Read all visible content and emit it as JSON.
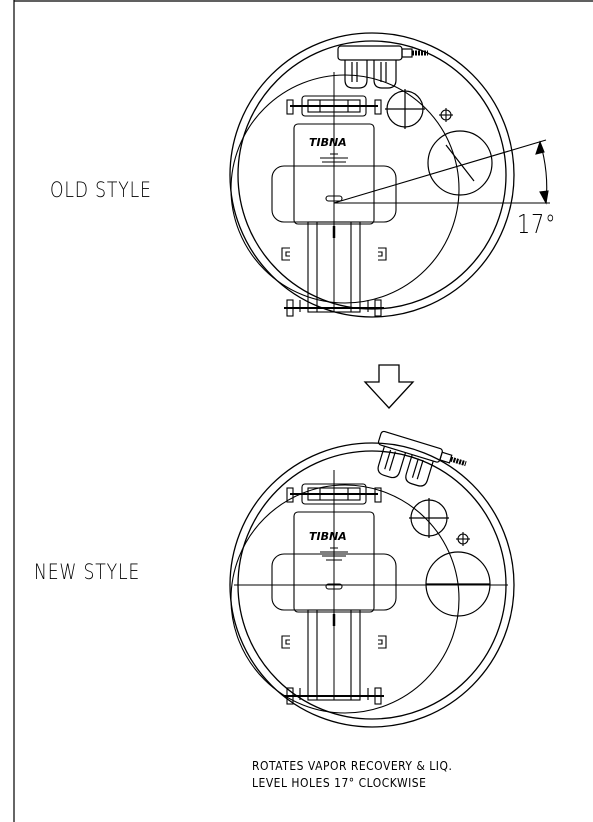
{
  "labels": {
    "old_style": "OLD STYLE",
    "new_style": "NEW STYLE",
    "angle": "17°"
  },
  "note": {
    "line1": "ROTATES VAPOR RECOVERY & LIQ.",
    "line2": "LEVEL HOLES 17° CLOCKWISE"
  },
  "brand_plate": {
    "logo_text": "TIBNA"
  },
  "colors": {
    "line": "#000000",
    "background": "#ffffff"
  }
}
